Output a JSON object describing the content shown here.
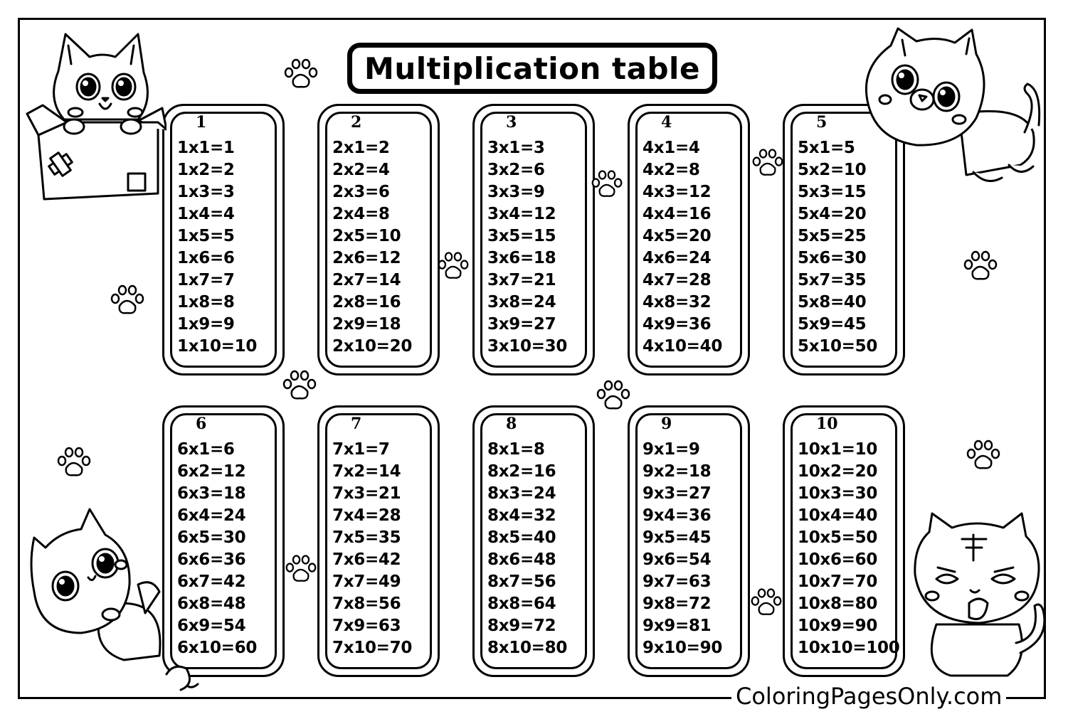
{
  "title": "Multiplication table",
  "footer": "ColoringPagesOnly.com",
  "tables": [
    {
      "head": "1",
      "rows": [
        "1x1=1",
        "1x2=2",
        "1x3=3",
        "1x4=4",
        "1x5=5",
        "1x6=6",
        "1x7=7",
        "1x8=8",
        "1x9=9",
        "1x10=10"
      ]
    },
    {
      "head": "2",
      "rows": [
        "2x1=2",
        "2x2=4",
        "2x3=6",
        "2x4=8",
        "2x5=10",
        "2x6=12",
        "2x7=14",
        "2x8=16",
        "2x9=18",
        "2x10=20"
      ]
    },
    {
      "head": "3",
      "rows": [
        "3x1=3",
        "3x2=6",
        "3x3=9",
        "3x4=12",
        "3x5=15",
        "3x6=18",
        "3x7=21",
        "3x8=24",
        "3x9=27",
        "3x10=30"
      ]
    },
    {
      "head": "4",
      "rows": [
        "4x1=4",
        "4x2=8",
        "4x3=12",
        "4x4=16",
        "4x5=20",
        "4x6=24",
        "4x7=28",
        "4x8=32",
        "4x9=36",
        "4x10=40"
      ]
    },
    {
      "head": "5",
      "rows": [
        "5x1=5",
        "5x2=10",
        "5x3=15",
        "5x4=20",
        "5x5=25",
        "5x6=30",
        "5x7=35",
        "5x8=40",
        "5x9=45",
        "5x10=50"
      ]
    },
    {
      "head": "6",
      "rows": [
        "6x1=6",
        "6x2=12",
        "6x3=18",
        "6x4=24",
        "6x5=30",
        "6x6=36",
        "6x7=42",
        "6x8=48",
        "6x9=54",
        "6x10=60"
      ]
    },
    {
      "head": "7",
      "rows": [
        "7x1=7",
        "7x2=14",
        "7x3=21",
        "7x4=28",
        "7x5=35",
        "7x6=42",
        "7x7=49",
        "7x8=56",
        "7x9=63",
        "7x10=70"
      ]
    },
    {
      "head": "8",
      "rows": [
        "8x1=8",
        "8x2=16",
        "8x3=24",
        "8x4=32",
        "8x5=40",
        "8x6=48",
        "8x7=56",
        "8x8=64",
        "8x9=72",
        "8x10=80"
      ]
    },
    {
      "head": "9",
      "rows": [
        "9x1=9",
        "9x2=18",
        "9x3=27",
        "9x4=36",
        "9x5=45",
        "9x6=54",
        "9x7=63",
        "9x8=72",
        "9x9=81",
        "9x10=90"
      ]
    },
    {
      "head": "10",
      "rows": [
        "10x1=10",
        "10x2=20",
        "10x3=30",
        "10x4=40",
        "10x5=50",
        "10x6=60",
        "10x7=70",
        "10x8=80",
        "10x9=90",
        "10x10=100"
      ]
    }
  ],
  "colors": {
    "ink": "#000000",
    "paper": "#ffffff"
  },
  "decorations": [
    "cat-in-box-icon",
    "cat-top-right-icon",
    "cat-bottom-left-icon",
    "cat-bottom-right-icon",
    "paw-print-icon"
  ]
}
